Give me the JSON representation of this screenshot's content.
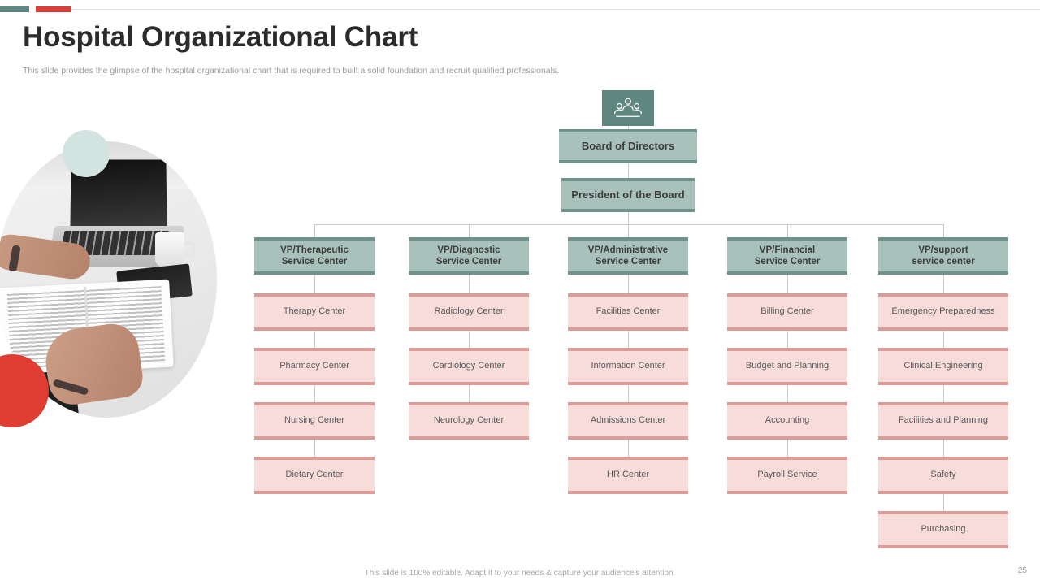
{
  "header": {
    "title": "Hospital Organizational Chart",
    "subtitle": "This slide provides the glimpse of the hospital organizational chart that is required to built a solid foundation and recruit qualified professionals."
  },
  "footer": {
    "note": "This slide is 100% editable.  Adapt it to your needs & capture your audience's attention.",
    "page_number": "25"
  },
  "colors": {
    "accent_teal": "#5f8780",
    "accent_red": "#d6403a",
    "node_teal_fill": "#a8c1bb",
    "node_teal_border": "#6f938c",
    "node_pink_fill": "#f7dcda",
    "node_pink_border": "#dd9c98",
    "mint_circle": "#d3e3e0",
    "red_circle": "#e03c31",
    "connector": "#c9c9c9"
  },
  "chart_data": {
    "type": "diagram",
    "title": "Hospital Organizational Chart",
    "top_icon": "group-of-people-icon",
    "root": "Board of Directors",
    "second_level": "President of the Board",
    "columns": [
      {
        "head": "VP/Therapeutic Service Center",
        "head_line1": "VP/Therapeutic",
        "head_line2": "Service Center",
        "children": [
          "Therapy Center",
          "Pharmacy Center",
          "Nursing Center",
          "Dietary Center"
        ]
      },
      {
        "head": "VP/Diagnostic Service Center",
        "head_line1": "VP/Diagnostic",
        "head_line2": "Service Center",
        "children": [
          "Radiology Center",
          "Cardiology Center",
          "Neurology Center"
        ]
      },
      {
        "head": "VP/Administrative Service Center",
        "head_line1": "VP/Administrative",
        "head_line2": "Service Center",
        "children": [
          "Facilities Center",
          "Information Center",
          "Admissions Center",
          "HR Center"
        ]
      },
      {
        "head": "VP/Financial Service Center",
        "head_line1": "VP/Financial",
        "head_line2": "Service Center",
        "children": [
          "Billing Center",
          "Budget and Planning",
          "Accounting",
          "Payroll Service"
        ]
      },
      {
        "head": "VP/support service center",
        "head_line1": "VP/support",
        "head_line2": "service center",
        "children": [
          "Emergency Preparedness",
          "Clinical Engineering",
          "Facilities and Planning",
          "Safety",
          "Purchasing"
        ]
      }
    ]
  }
}
